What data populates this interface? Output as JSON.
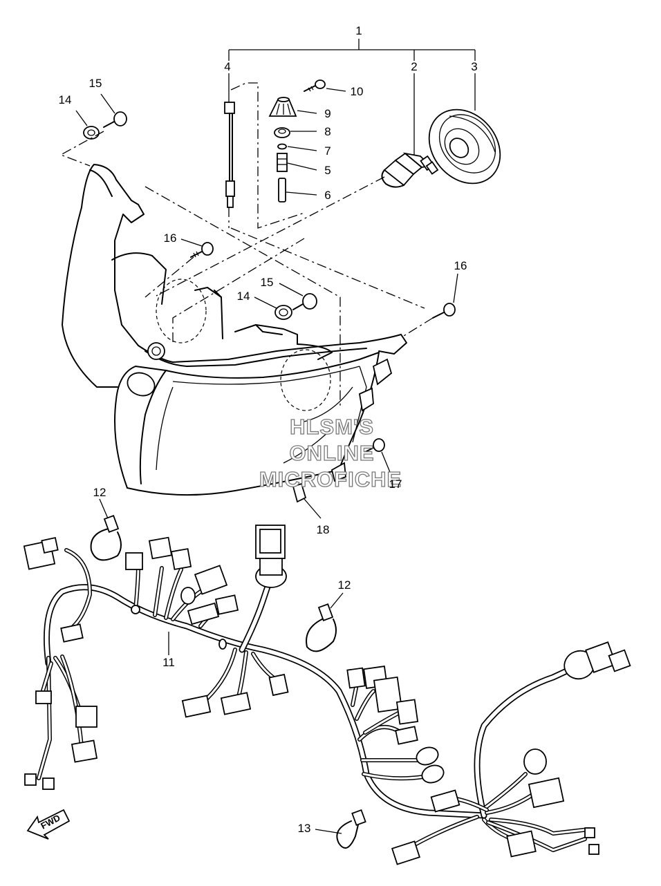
{
  "callouts": {
    "c1": "1",
    "c2": "2",
    "c3": "3",
    "c4": "4",
    "c5": "5",
    "c6": "6",
    "c7": "7",
    "c8": "8",
    "c9": "9",
    "c10": "10",
    "c11": "11",
    "c12a": "12",
    "c12b": "12",
    "c13": "13",
    "c14a": "14",
    "c14b": "14",
    "c15a": "15",
    "c15b": "15",
    "c16a": "16",
    "c16b": "16",
    "c17": "17",
    "c18": "18"
  },
  "watermark": {
    "line1": "HLSM'S",
    "line2": "ONLINE",
    "line3": "MICROFICHE"
  },
  "direction_arrow": {
    "label": "FWD"
  }
}
